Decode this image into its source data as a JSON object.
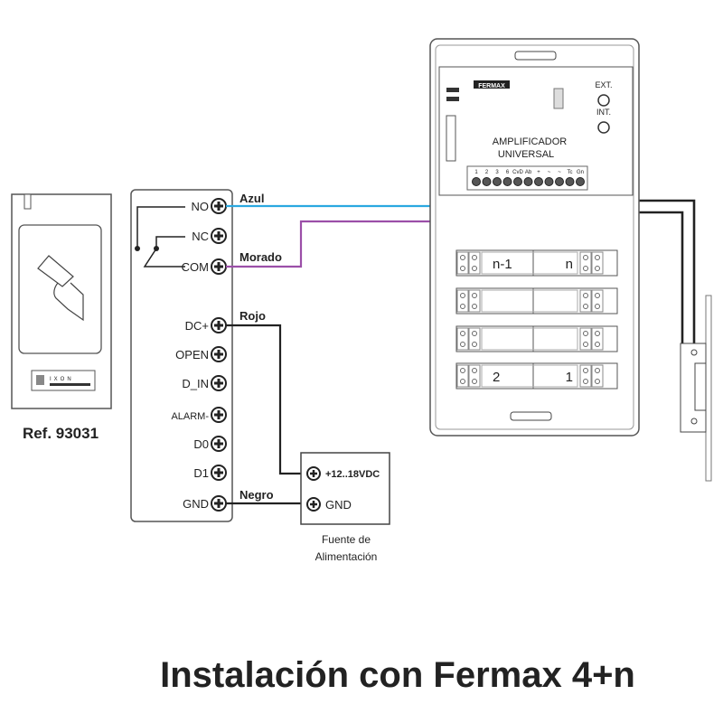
{
  "reader": {
    "ref": "Ref. 93031",
    "logo_text": "IXON"
  },
  "controller": {
    "terminals": [
      "NO",
      "NC",
      "COM",
      "DC+",
      "OPEN",
      "D_IN",
      "ALARM-",
      "D0",
      "D1",
      "GND"
    ]
  },
  "wires": {
    "blue": "Azul",
    "purple": "Morado",
    "red": "Rojo",
    "black": "Negro"
  },
  "colors": {
    "blue": "#2aa8e0",
    "purple": "#9b4fa8",
    "wire": "#222222"
  },
  "power_supply": {
    "plus_label": "+12..18VDC",
    "gnd_label": "GND",
    "caption_line1": "Fuente de",
    "caption_line2": "Alimentación"
  },
  "amplifier": {
    "brand": "FERMAX",
    "title_line1": "AMPLIFICADOR",
    "title_line2": "UNIVERSAL",
    "ext_label": "EXT.",
    "int_label": "INT.",
    "terminal_labels": [
      "1",
      "2",
      "3",
      "6",
      "CvD",
      "Ab",
      "+",
      "~",
      "~",
      "Tc",
      "Gn"
    ],
    "button_rows": [
      [
        "n-1",
        "n"
      ],
      [
        "",
        ""
      ],
      [
        "",
        ""
      ],
      [
        "2",
        "1"
      ]
    ]
  },
  "title": "Instalación con Fermax 4+n"
}
